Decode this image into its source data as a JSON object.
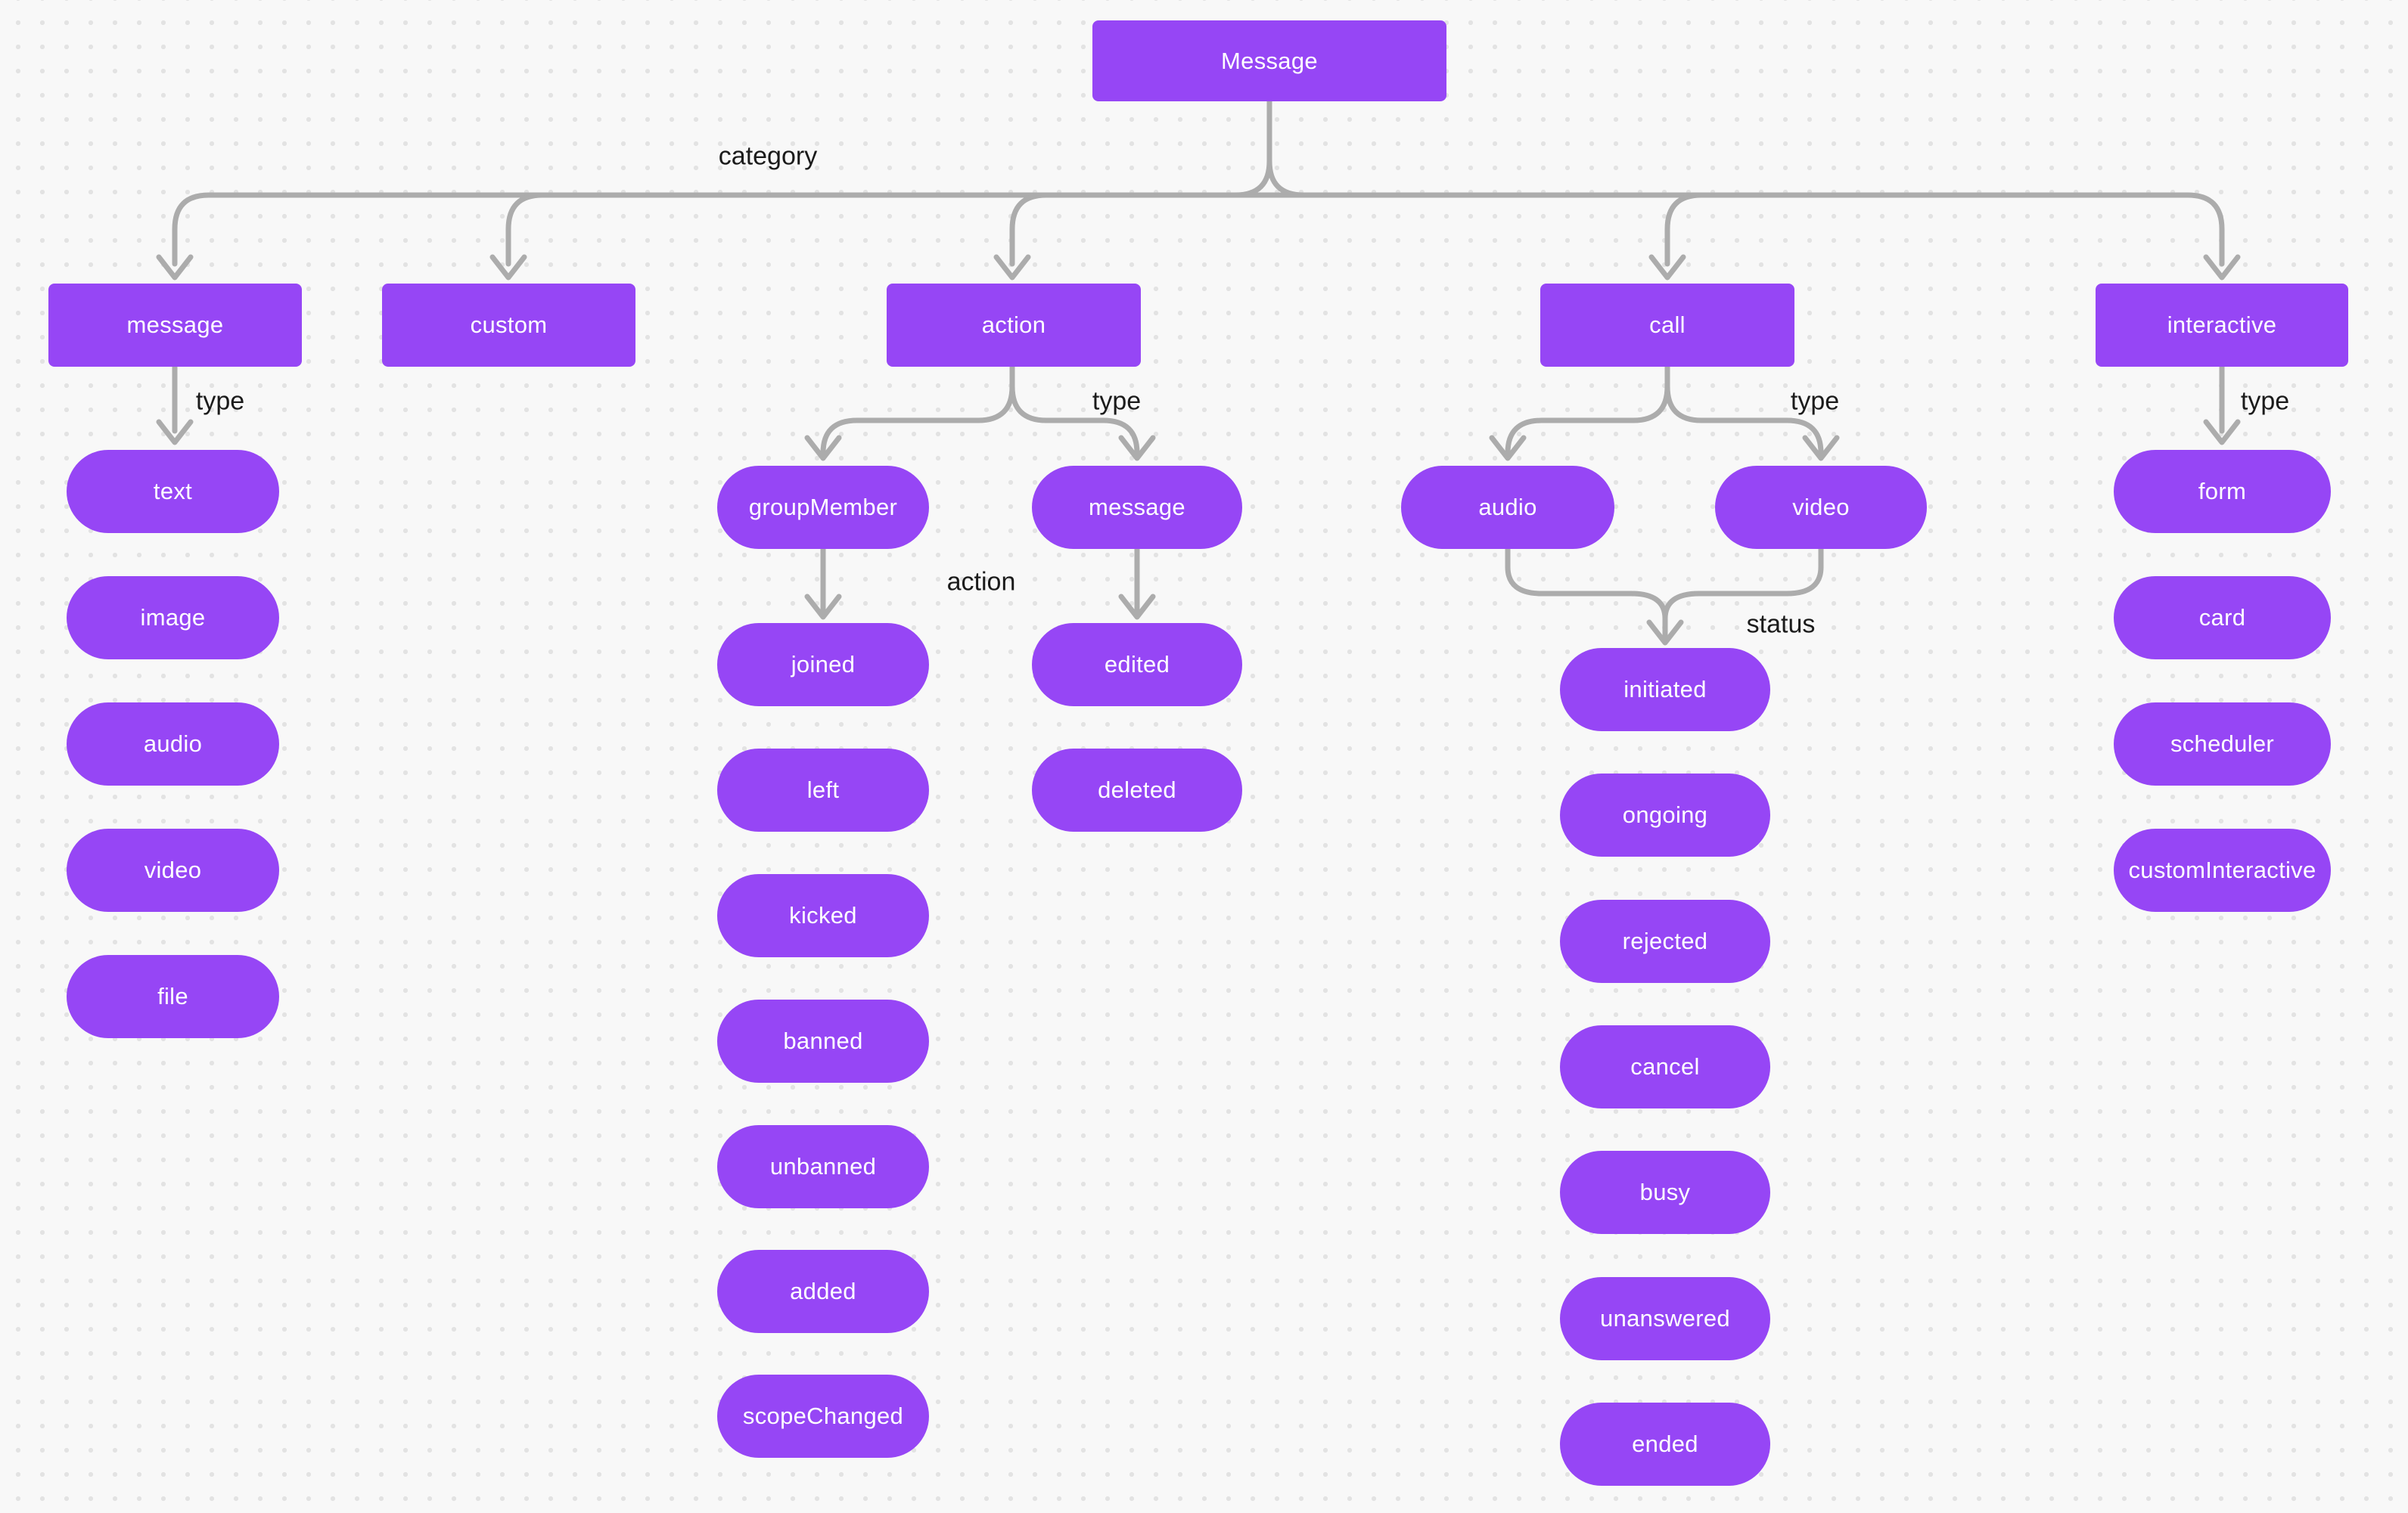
{
  "diagram_title": "Message",
  "colors": {
    "node_fill": "#9646F5",
    "node_text": "#FFFFFF",
    "connector": "#ACACAC",
    "label_text": "#1B1B1B",
    "background": "#F8F8F8",
    "dot_grid": "#E3E3E3"
  },
  "nodes": {
    "root": {
      "label": "Message"
    },
    "message": {
      "label": "message"
    },
    "custom": {
      "label": "custom"
    },
    "action": {
      "label": "action"
    },
    "call": {
      "label": "call"
    },
    "interactive": {
      "label": "interactive"
    },
    "text": {
      "label": "text"
    },
    "image": {
      "label": "image"
    },
    "audioMsg": {
      "label": "audio"
    },
    "videoMsg": {
      "label": "video"
    },
    "file": {
      "label": "file"
    },
    "groupMember": {
      "label": "groupMember"
    },
    "messageType": {
      "label": "message"
    },
    "joined": {
      "label": "joined"
    },
    "left": {
      "label": "left"
    },
    "kicked": {
      "label": "kicked"
    },
    "banned": {
      "label": "banned"
    },
    "unbanned": {
      "label": "unbanned"
    },
    "added": {
      "label": "added"
    },
    "scopeChanged": {
      "label": "scopeChanged"
    },
    "edited": {
      "label": "edited"
    },
    "deleted": {
      "label": "deleted"
    },
    "audioCall": {
      "label": "audio"
    },
    "videoCall": {
      "label": "video"
    },
    "initiated": {
      "label": "initiated"
    },
    "ongoing": {
      "label": "ongoing"
    },
    "rejected": {
      "label": "rejected"
    },
    "cancel": {
      "label": "cancel"
    },
    "busy": {
      "label": "busy"
    },
    "unanswered": {
      "label": "unanswered"
    },
    "ended": {
      "label": "ended"
    },
    "form": {
      "label": "form"
    },
    "card": {
      "label": "card"
    },
    "scheduler": {
      "label": "scheduler"
    },
    "customInteractive": {
      "label": "customInteractive"
    }
  },
  "edge_labels": {
    "category": {
      "text": "category"
    },
    "typeMessage": {
      "text": "type"
    },
    "typeAction": {
      "text": "type"
    },
    "typeCall": {
      "text": "type"
    },
    "typeInteractive": {
      "text": "type"
    },
    "action": {
      "text": "action"
    },
    "status": {
      "text": "status"
    }
  },
  "hierarchy_note": "Message -category-> [message, custom, action, call, interactive]; message -type-> [text, image, audio, video, file]; action -type-> [groupMember -action-> [joined, left, kicked, banned, unbanned, added, scopeChanged], message -> [edited, deleted]]; call -type-> [audio, video] -status-> [initiated, ongoing, rejected, cancel, busy, unanswered, ended]; interactive -type-> [form, card, scheduler, customInteractive]"
}
